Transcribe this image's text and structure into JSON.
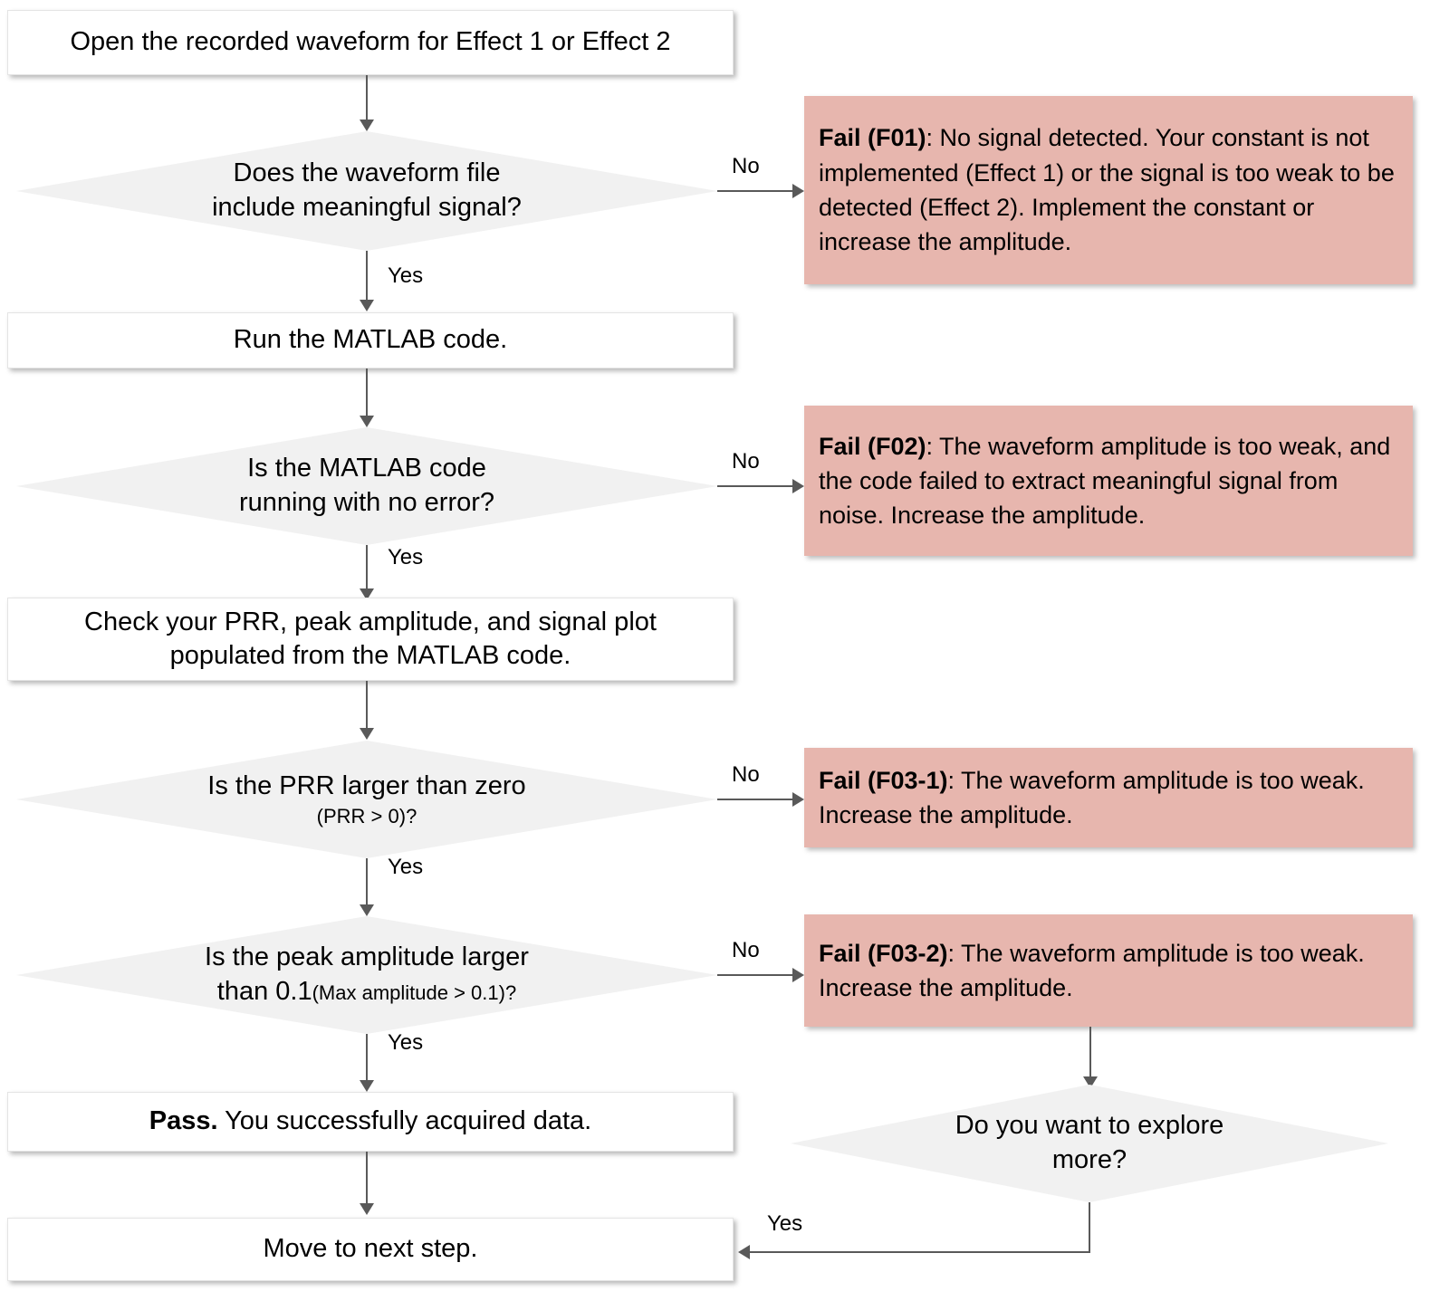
{
  "diagram": {
    "type": "flowchart",
    "title": "Waveform data acquisition troubleshooting flowchart",
    "colors": {
      "process_fill": "#ffffff",
      "decision_fill": "#f1f1f1",
      "fail_fill": "#e7b6ae",
      "connector": "#595959",
      "text": "#000000"
    },
    "nodes": {
      "start": {
        "label": "Open the recorded waveform for Effect 1 or Effect 2"
      },
      "d1": {
        "line1": "Does the waveform file",
        "line2": "include meaningful signal?"
      },
      "f01": {
        "tag": "Fail (F01)",
        "body": ": No signal detected. Your constant is not implemented (Effect 1) or the signal is too weak to be detected (Effect 2). Implement the constant or increase the amplitude."
      },
      "p1": {
        "label": "Run the MATLAB code."
      },
      "d2": {
        "line1": "Is the MATLAB code",
        "line2": "running with no error?"
      },
      "f02": {
        "tag": "Fail (F02)",
        "body": ": The waveform amplitude is too weak, and the code failed to extract meaningful signal from noise. Increase the amplitude."
      },
      "p2": {
        "line1": "Check your PRR, peak amplitude, and signal plot",
        "line2": "populated from the MATLAB code."
      },
      "d3": {
        "line1": "Is the PRR  larger than zero",
        "line2": "(PRR > 0)?"
      },
      "f03_1": {
        "tag": "Fail (F03-1)",
        "body": ": The waveform amplitude is too weak. Increase the amplitude."
      },
      "d4": {
        "line1": "Is the peak amplitude larger",
        "line2_main": "than 0.1",
        "line2_small": "(Max amplitude > 0.1)?"
      },
      "f03_2": {
        "tag": "Fail (F03-2)",
        "body": ": The waveform amplitude is too weak. Increase the amplitude."
      },
      "pass": {
        "tag": "Pass.",
        "body": " You successfully acquired data."
      },
      "d5": {
        "line1": "Do you want to explore",
        "line2": "more?"
      },
      "next": {
        "label": "Move to next step."
      }
    },
    "edges": {
      "d1_no": "No",
      "d1_yes": "Yes",
      "d2_no": "No",
      "d2_yes": "Yes",
      "d3_no": "No",
      "d3_yes": "Yes",
      "d4_no": "No",
      "d4_yes": "Yes",
      "d5_yes": "Yes"
    }
  }
}
